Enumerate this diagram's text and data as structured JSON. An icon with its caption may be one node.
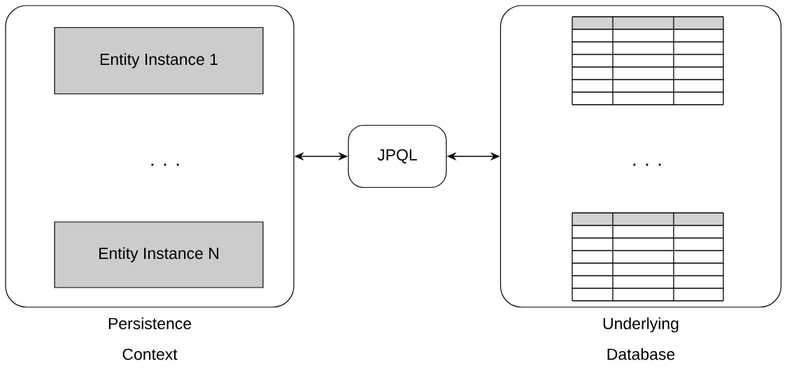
{
  "diagram": {
    "nodes": [
      {
        "text": [
          "Persistence Context"
        ]
      },
      {
        "text": [
          "Entity Instance 1"
        ],
        "in": 0
      },
      {
        "text": [
          "Entity Instance N"
        ],
        "in": 0
      },
      {
        "text": [
          "JPQL"
        ]
      },
      {
        "text": [
          "Underlying Database"
        ]
      }
    ],
    "edges": [
      {
        "from": 0,
        "to": 3,
        "arrow": "both"
      },
      {
        "from": 3,
        "to": 4,
        "arrow": "both"
      }
    ],
    "labels": [
      ". . .",
      ". . ."
    ]
  }
}
